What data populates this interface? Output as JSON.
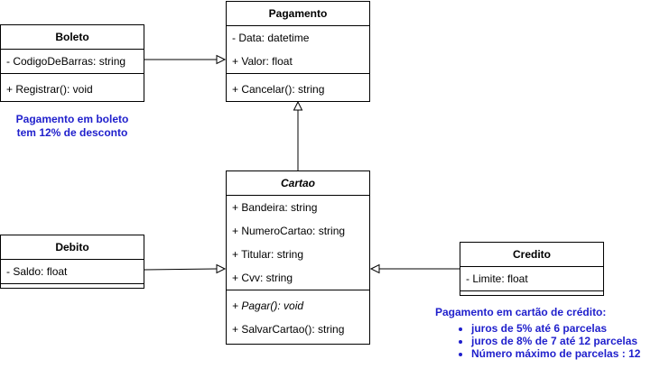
{
  "pagamento": {
    "name": "Pagamento",
    "attributes": [
      "- Data: datetime",
      "+ Valor: float"
    ],
    "methods": [
      "+ Cancelar(): string"
    ]
  },
  "boleto": {
    "name": "Boleto",
    "attributes": [
      "- CodigoDeBarras: string"
    ],
    "methods": [
      "+ Registrar(): void"
    ]
  },
  "cartao": {
    "name": "Cartao",
    "attributes": [
      "+ Bandeira: string",
      "+ NumeroCartao: string",
      "+ Titular: string",
      "+ Cvv: string"
    ],
    "methods": [
      "+ Pagar(): void",
      "+ SalvarCartao(): string"
    ]
  },
  "debito": {
    "name": "Debito",
    "attributes": [
      "- Saldo: float"
    ]
  },
  "credito": {
    "name": "Credito",
    "attributes": [
      "- Limite: float"
    ]
  },
  "notes": {
    "boleto_line1": "Pagamento em boleto",
    "boleto_line2": "tem 12% de desconto",
    "credito_title": "Pagamento em cartão de crédito:",
    "credito_items": [
      "juros de 5% até 6 parcelas",
      "juros de 8% de 7 até 12 parcelas",
      "Número máximo de parcelas : 12"
    ]
  },
  "colors": {
    "note_text": "#1f1fcc",
    "line": "#000000"
  }
}
